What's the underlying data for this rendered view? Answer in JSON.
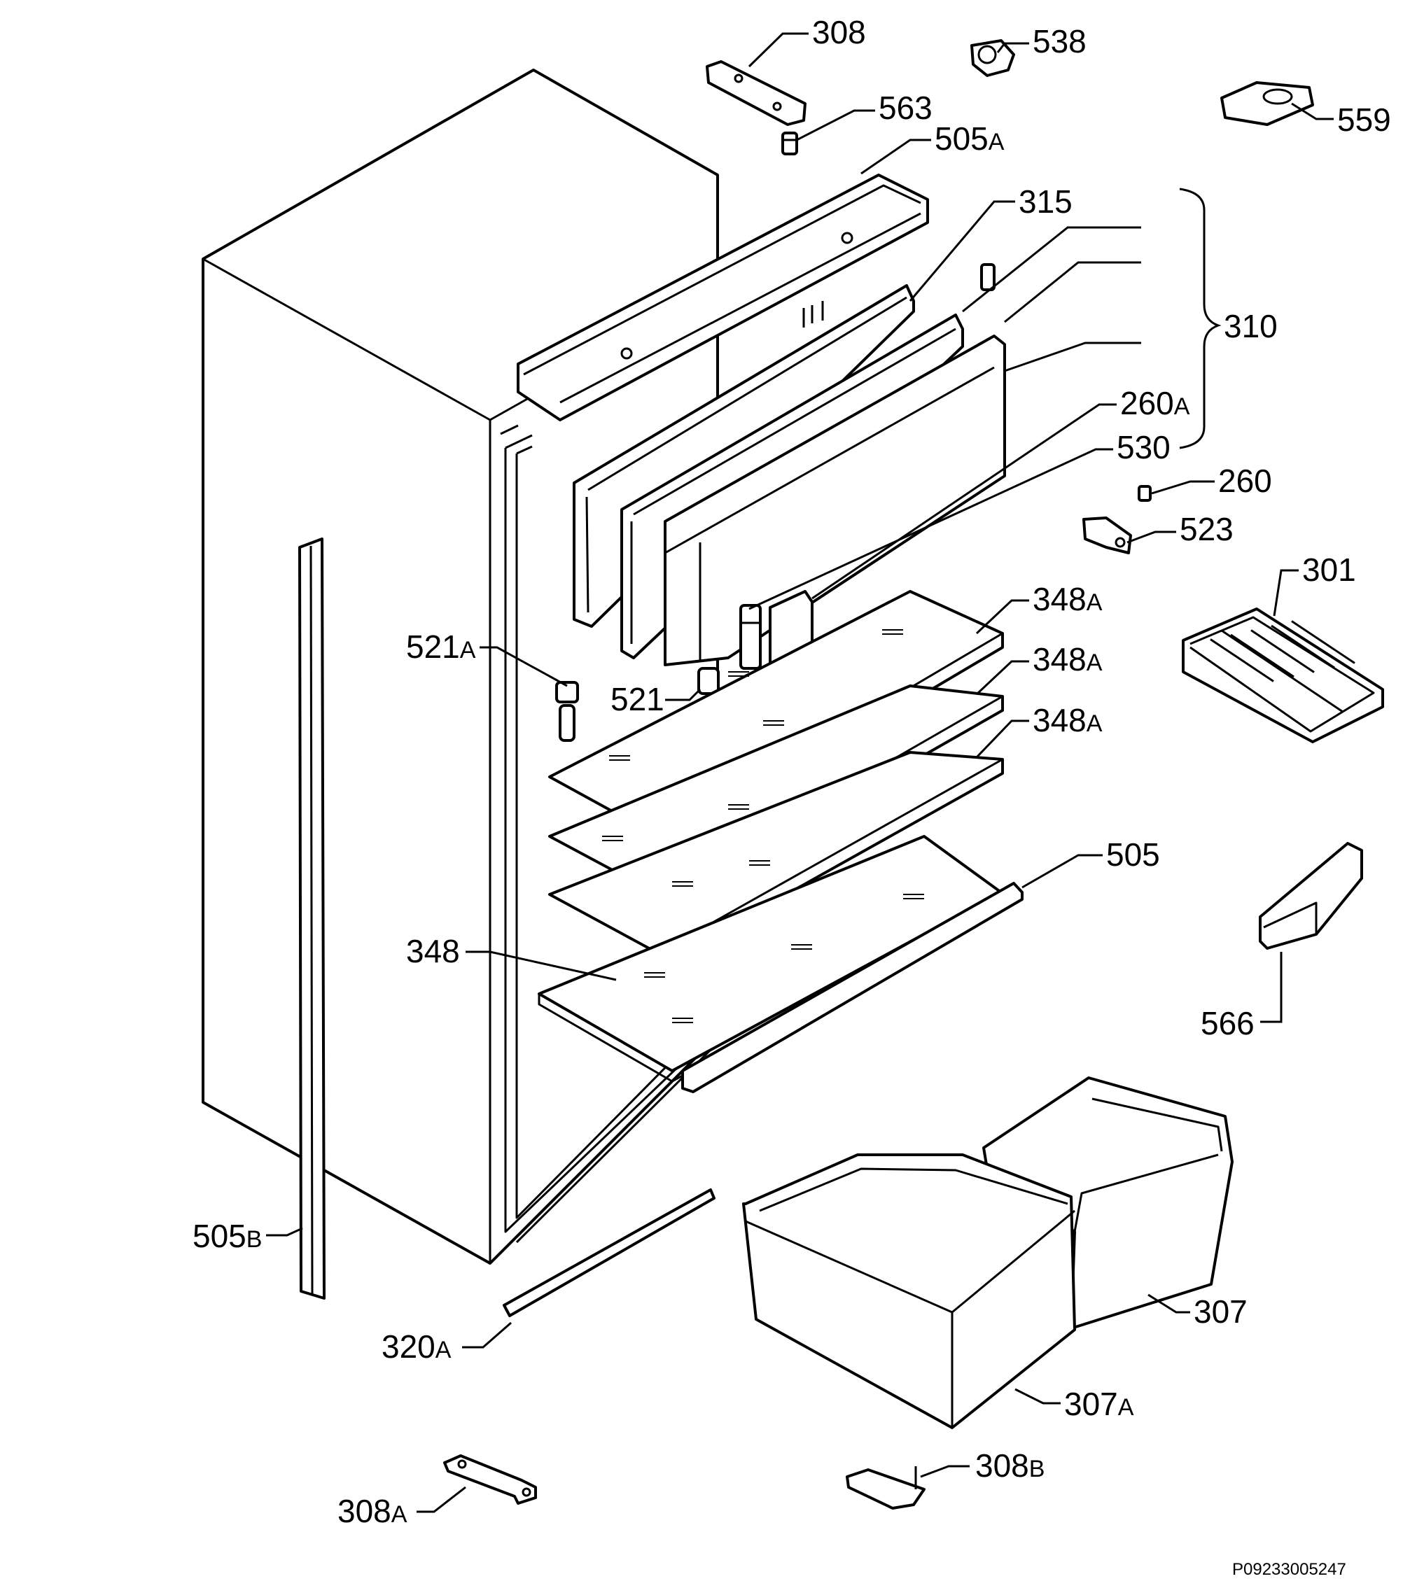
{
  "document_id": "P09233005247",
  "callouts": [
    {
      "id": "c308",
      "num": "308",
      "suffix": ""
    },
    {
      "id": "c538",
      "num": "538",
      "suffix": ""
    },
    {
      "id": "c559",
      "num": "559",
      "suffix": ""
    },
    {
      "id": "c563",
      "num": "563",
      "suffix": ""
    },
    {
      "id": "c505a",
      "num": "505",
      "suffix": "A"
    },
    {
      "id": "c315",
      "num": "315",
      "suffix": ""
    },
    {
      "id": "c310",
      "num": "310",
      "suffix": ""
    },
    {
      "id": "c260a",
      "num": "260",
      "suffix": "A"
    },
    {
      "id": "c530",
      "num": "530",
      "suffix": ""
    },
    {
      "id": "c260",
      "num": "260",
      "suffix": ""
    },
    {
      "id": "c523",
      "num": "523",
      "suffix": ""
    },
    {
      "id": "c301",
      "num": "301",
      "suffix": ""
    },
    {
      "id": "c348a1",
      "num": "348",
      "suffix": "A"
    },
    {
      "id": "c348a2",
      "num": "348",
      "suffix": "A"
    },
    {
      "id": "c348a3",
      "num": "348",
      "suffix": "A"
    },
    {
      "id": "c521a",
      "num": "521",
      "suffix": "A"
    },
    {
      "id": "c521",
      "num": "521",
      "suffix": ""
    },
    {
      "id": "c505",
      "num": "505",
      "suffix": ""
    },
    {
      "id": "c348",
      "num": "348",
      "suffix": ""
    },
    {
      "id": "c566",
      "num": "566",
      "suffix": ""
    },
    {
      "id": "c505b",
      "num": "505",
      "suffix": "B"
    },
    {
      "id": "c307",
      "num": "307",
      "suffix": ""
    },
    {
      "id": "c320a",
      "num": "320",
      "suffix": "A"
    },
    {
      "id": "c307a",
      "num": "307",
      "suffix": "A"
    },
    {
      "id": "c308b",
      "num": "308",
      "suffix": "B"
    },
    {
      "id": "c308a",
      "num": "308",
      "suffix": "A"
    }
  ]
}
